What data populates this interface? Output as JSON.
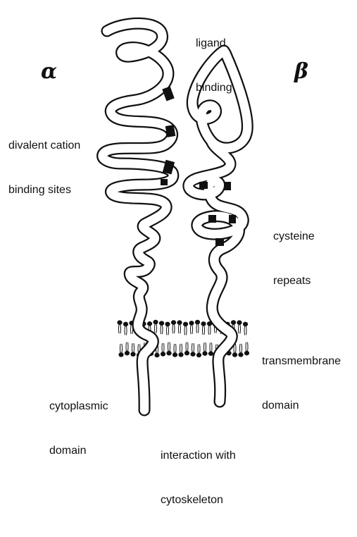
{
  "subunits": {
    "alpha": "α",
    "beta": "β"
  },
  "labels": {
    "ligand_binding": [
      "ligand",
      "binding"
    ],
    "divalent_cation": [
      "divalent cation",
      "binding sites"
    ],
    "cysteine_repeats": [
      "cysteine",
      "repeats"
    ],
    "transmembrane": [
      "transmembrane",
      "domain"
    ],
    "cytoplasmic": [
      "cytoplasmic",
      "domain"
    ],
    "cytoskeleton": [
      "interaction with",
      "cytoskeleton"
    ]
  },
  "colors": {
    "ink": "#111111",
    "paper": "#ffffff"
  }
}
